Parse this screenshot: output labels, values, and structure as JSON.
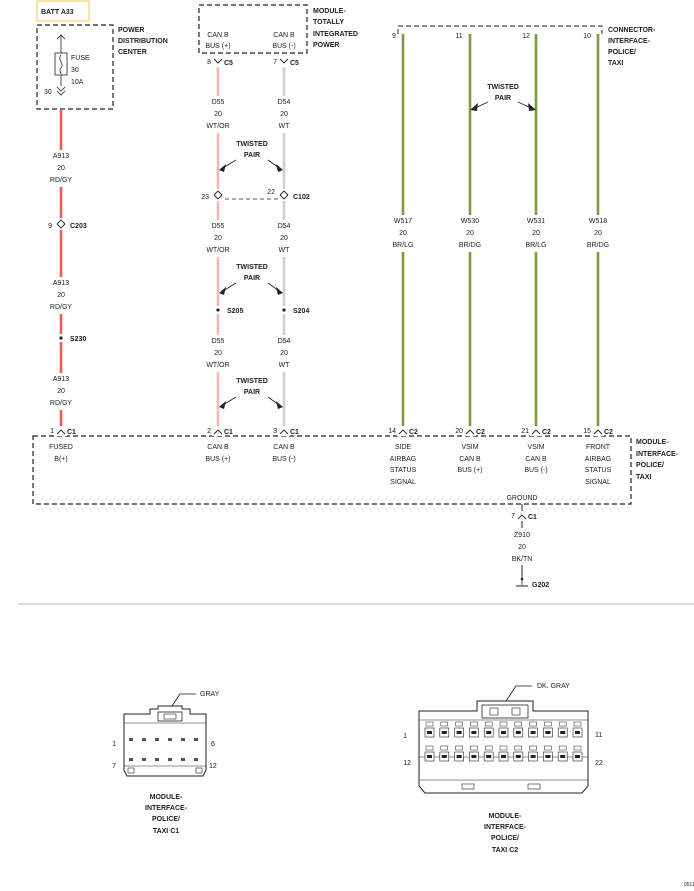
{
  "colors": {
    "wire_red": "#f05a5a",
    "wire_pink": "#f2b8b0",
    "wire_gray": "#cfcfcf",
    "wire_green": "#7f9a3c",
    "batt_border": "#f0c060",
    "line": "#222222",
    "divider": "#bbbbbb"
  },
  "components": {
    "batt": "BATT A33",
    "pdc": [
      "POWER",
      "DISTRIBUTION",
      "CENTER"
    ],
    "fuse": {
      "label": "FUSE",
      "num": "30",
      "rating": "10A",
      "pin": "30"
    },
    "mtip": [
      "MODULE-",
      "TOTALLY",
      "INTEGRATED",
      "POWER"
    ],
    "mtip_pins": {
      "can_b_plus": [
        "CAN B",
        "BUS (+)"
      ],
      "can_b_minus": [
        "CAN B",
        "BUS (-)"
      ]
    },
    "conn_interface": [
      "CONNECTOR-",
      "INTERFACE-",
      "POLICE/",
      "TAXI"
    ],
    "mip": [
      "MODULE-",
      "INTERFACE-",
      "POLICE/",
      "TAXI"
    ],
    "ground_label": "GROUND"
  },
  "connectors": {
    "c5_a": {
      "pin": "8",
      "name": "C5"
    },
    "c5_b": {
      "pin": "7",
      "name": "C5"
    },
    "c102_a": {
      "pin": "23",
      "name": ""
    },
    "c102_b": {
      "pin": "22",
      "name": "C102"
    },
    "c203": {
      "pin": "9",
      "name": "C203"
    },
    "s230": "S230",
    "s205": "S205",
    "s204": "S204",
    "ci_pins": [
      "9",
      "11",
      "12",
      "10"
    ],
    "c1_1": {
      "pin": "1",
      "name": "C1"
    },
    "c1_2": {
      "pin": "2",
      "name": "C1"
    },
    "c1_3": {
      "pin": "3",
      "name": "C1"
    },
    "c2_14": {
      "pin": "14",
      "name": "C2"
    },
    "c2_20": {
      "pin": "20",
      "name": "C2"
    },
    "c2_21": {
      "pin": "21",
      "name": "C2"
    },
    "c2_15": {
      "pin": "15",
      "name": "C2"
    },
    "c1_7": {
      "pin": "7",
      "name": "C1"
    },
    "g202": "G202"
  },
  "wire_labels": {
    "a913_1": [
      "A913",
      "20",
      "RD/GY"
    ],
    "a913_2": [
      "A913",
      "20",
      "RD/GY"
    ],
    "a913_3": [
      "A913",
      "20",
      "RD/GY"
    ],
    "d55_1": [
      "D55",
      "20",
      "WT/OR"
    ],
    "d54_1": [
      "D54",
      "20",
      "WT"
    ],
    "d55_2": [
      "D55",
      "20",
      "WT/OR"
    ],
    "d54_2": [
      "D54",
      "20",
      "WT"
    ],
    "d55_3": [
      "D55",
      "20",
      "WT/OR"
    ],
    "d54_3": [
      "D54",
      "20",
      "WT"
    ],
    "w517": [
      "W517",
      "20",
      "BR/LG"
    ],
    "w530": [
      "W530",
      "20",
      "BR/DG"
    ],
    "w531": [
      "W531",
      "20",
      "BR/LG"
    ],
    "w518": [
      "W518",
      "20",
      "BR/DG"
    ],
    "z910": [
      "Z910",
      "20",
      "BK/TN"
    ]
  },
  "twisted_pair": [
    "TWISTED",
    "PAIR"
  ],
  "module_pins": {
    "fused": [
      "FUSED",
      "B(+)"
    ],
    "canb_plus": [
      "CAN B",
      "BUS (+)"
    ],
    "canb_minus": [
      "CAN B",
      "BUS (-)"
    ],
    "side_airbag": [
      "SIDE",
      "AIRBAG",
      "STATUS",
      "SIGNAL"
    ],
    "vsim_plus": [
      "VSIM",
      "CAN B",
      "BUS (+)"
    ],
    "vsim_minus": [
      "VSIM",
      "CAN B",
      "BUS (-)"
    ],
    "front_airbag": [
      "FRONT",
      "AIRBAG",
      "STATUS",
      "SIGNAL"
    ]
  },
  "connector_views": {
    "c1": {
      "color": "GRAY",
      "pins_top": [
        "1",
        "6"
      ],
      "pins_bottom": [
        "7",
        "12"
      ],
      "caption": [
        "MODULE-",
        "INTERFACE-",
        "POLICE/",
        "TAXI C1"
      ]
    },
    "c2": {
      "color": "DK. GRAY",
      "pins_top": [
        "1",
        "11"
      ],
      "pins_bottom": [
        "12",
        "22"
      ],
      "caption": [
        "MODULE-",
        "INTERFACE-",
        "POLICE/",
        "TAXI C2"
      ]
    }
  },
  "page_id": "9511"
}
